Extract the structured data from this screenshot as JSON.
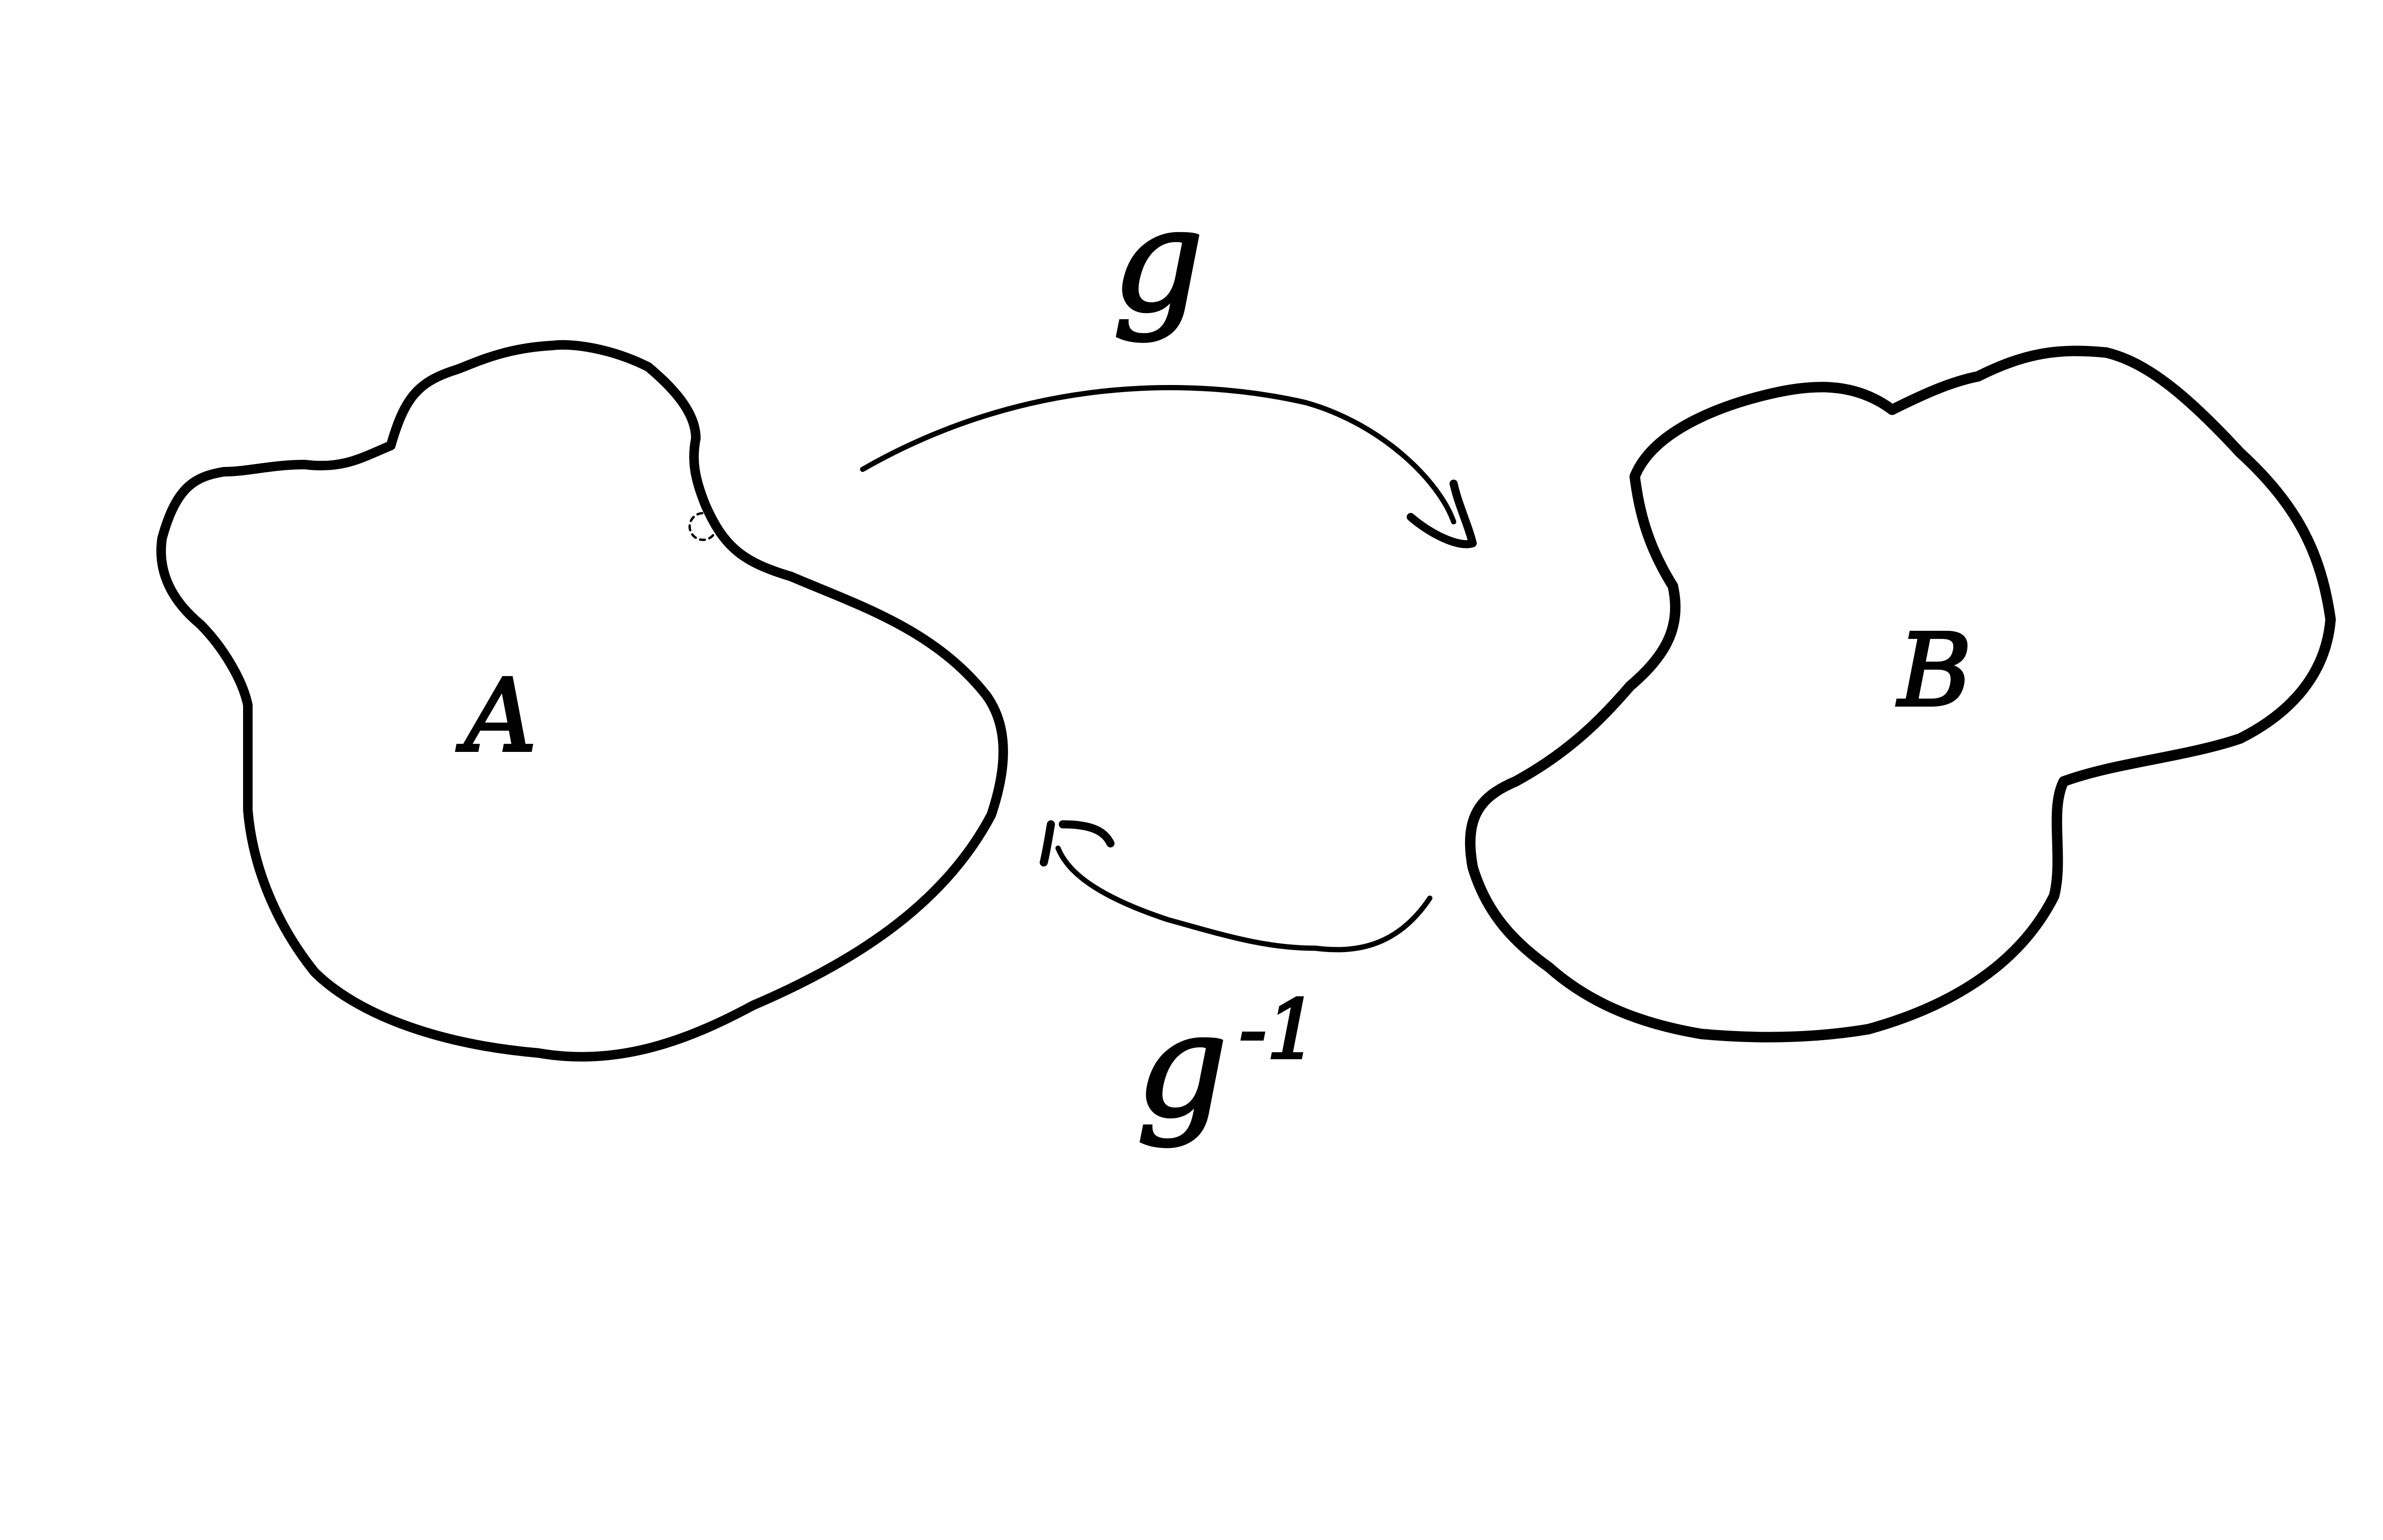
{
  "diagram": {
    "set_a": {
      "label": "A"
    },
    "set_b": {
      "label": "B"
    },
    "forward_map": {
      "label": "g"
    },
    "inverse_map": {
      "label": "g",
      "superscript": "-1"
    },
    "ink_color": "#000000",
    "background_color": "#ffffff"
  }
}
